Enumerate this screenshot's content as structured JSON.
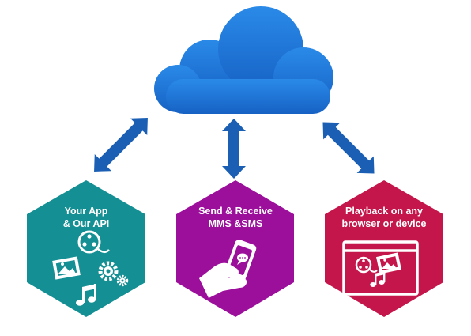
{
  "colors": {
    "cloud": "#1b73d3",
    "arrow": "#1a5fb4",
    "app_hex": "#148f93",
    "messaging_hex": "#9b0f9b",
    "playback_hex": "#c4164a",
    "icon": "#ffffff"
  },
  "cloud": {
    "icon": "cloud-icon"
  },
  "hexagons": {
    "app": {
      "line1": "Your App",
      "line2": "& Our API",
      "icons": [
        "film-reel-icon",
        "photo-icon",
        "gear-icon",
        "music-note-icon"
      ]
    },
    "messaging": {
      "line1": "Send & Receive",
      "line2": "MMS &SMS",
      "icons": [
        "hand-holding-phone-icon",
        "chat-bubble-icon"
      ]
    },
    "playback": {
      "line1": "Playback on any",
      "line2": "browser or device",
      "icons": [
        "browser-window-icon",
        "film-reel-icon",
        "photo-icon",
        "music-note-icon"
      ]
    }
  }
}
